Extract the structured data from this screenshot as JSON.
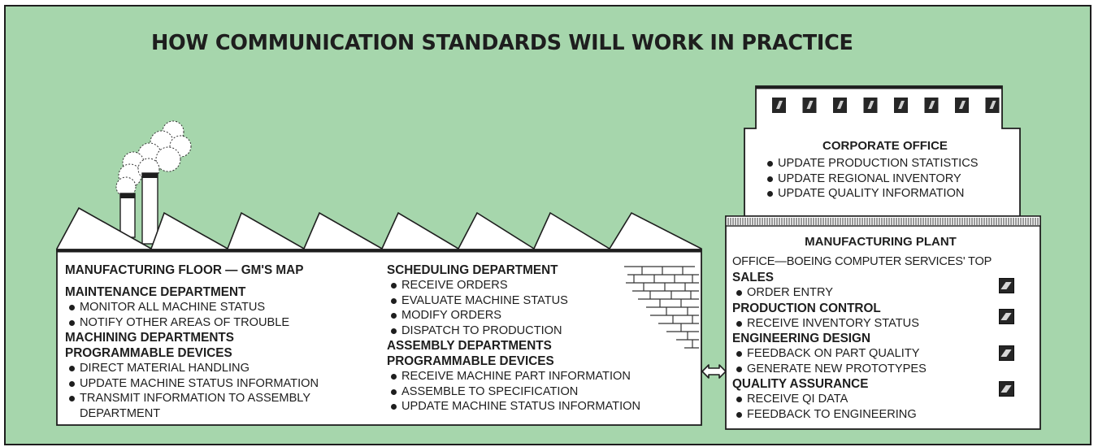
{
  "title": "HOW COMMUNICATION STANDARDS WILL WORK IN PRACTICE",
  "colors": {
    "background": "#a6d6ac",
    "ink": "#1e1e1e",
    "building": "#ffffff"
  },
  "floor": {
    "heading": "MANUFACTURING FLOOR — GM'S MAP",
    "maintenance": {
      "heading": "MAINTENANCE DEPARTMENT",
      "items": [
        "MONITOR ALL MACHINE STATUS",
        "NOTIFY OTHER AREAS OF TROUBLE"
      ]
    },
    "machining": {
      "heading": [
        "MACHINING DEPARTMENTS",
        "PROGRAMMABLE DEVICES"
      ],
      "items": [
        "DIRECT MATERIAL HANDLING",
        "UPDATE MACHINE STATUS INFORMATION",
        "TRANSMIT INFORMATION TO ASSEMBLY"
      ],
      "continuation": "DEPARTMENT"
    },
    "scheduling": {
      "heading": "SCHEDULING DEPARTMENT",
      "items": [
        "RECEIVE ORDERS",
        "EVALUATE MACHINE STATUS",
        "MODIFY ORDERS",
        "DISPATCH TO PRODUCTION"
      ]
    },
    "assembly": {
      "heading": [
        "ASSEMBLY DEPARTMENTS",
        "PROGRAMMABLE DEVICES"
      ],
      "items": [
        "RECEIVE MACHINE PART INFORMATION",
        "ASSEMBLE TO SPECIFICATION",
        "UPDATE MACHINE STATUS INFORMATION"
      ]
    }
  },
  "corporate": {
    "heading": "CORPORATE OFFICE",
    "items": [
      "UPDATE PRODUCTION STATISTICS",
      "UPDATE REGIONAL INVENTORY",
      "UPDATE QUALITY INFORMATION"
    ]
  },
  "plant": {
    "heading": "MANUFACTURING PLANT",
    "subheading": "OFFICE—BOEING COMPUTER SERVICES' TOP",
    "sections": [
      {
        "heading": "SALES",
        "items": [
          "ORDER ENTRY"
        ]
      },
      {
        "heading": "PRODUCTION CONTROL",
        "items": [
          "RECEIVE INVENTORY STATUS"
        ]
      },
      {
        "heading": "ENGINEERING DESIGN",
        "items": [
          "FEEDBACK ON PART QUALITY",
          "GENERATE NEW PROTOTYPES"
        ]
      },
      {
        "heading": "QUALITY ASSURANCE",
        "items": [
          "RECEIVE QI DATA",
          "FEEDBACK TO ENGINEERING"
        ]
      }
    ]
  },
  "icons": {
    "building_link": "double-headed-arrow-icon",
    "window": "window-icon",
    "smoke": "smoke-cloud-icon",
    "brick": "brick-wall-texture"
  }
}
